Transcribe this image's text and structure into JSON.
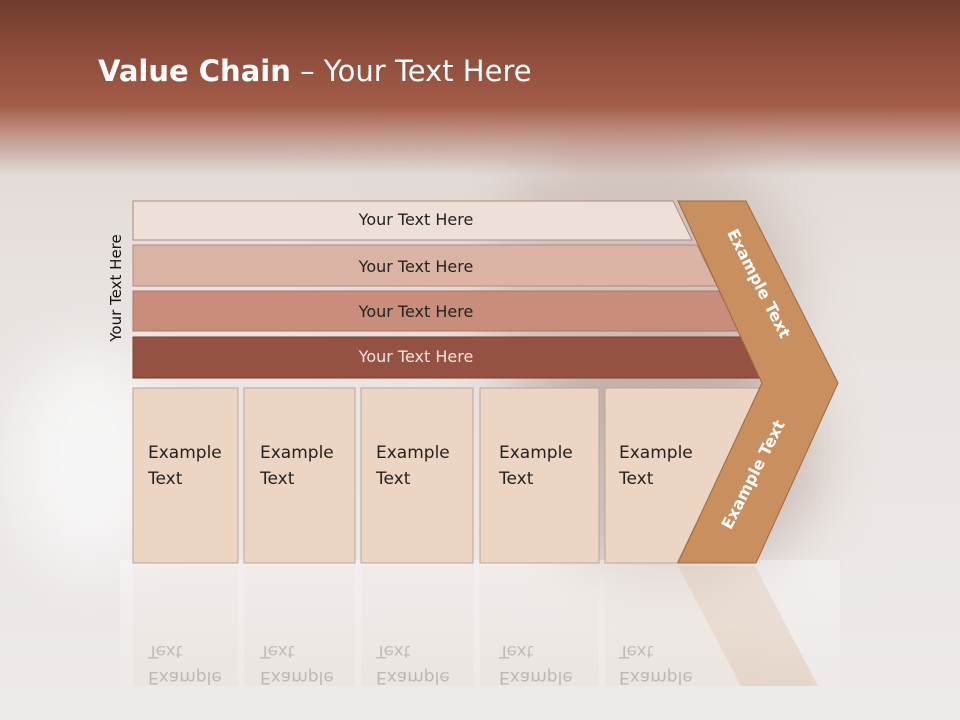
{
  "title": {
    "bold": "Value Chain",
    "rest": " – Your Text Here"
  },
  "side_label": "Your Text Here",
  "bars": [
    {
      "label": "Your Text Here",
      "fill": "#efdfd9",
      "text_color": "#222222"
    },
    {
      "label": "Your Text Here",
      "fill": "#dcb4a6",
      "text_color": "#222222"
    },
    {
      "label": "Your Text Here",
      "fill": "#c98d7c",
      "text_color": "#222222"
    },
    {
      "label": "Your Text Here",
      "fill": "#955141",
      "text_color": "#f3e6e1"
    }
  ],
  "columns": [
    {
      "line1": "Example",
      "line2": "Text"
    },
    {
      "line1": "Example",
      "line2": "Text"
    },
    {
      "line1": "Example",
      "line2": "Text"
    },
    {
      "line1": "Example",
      "line2": "Text"
    },
    {
      "line1": "Example",
      "line2": "Text"
    }
  ],
  "chevron": {
    "upper": "Example Text",
    "lower": "Example Text",
    "fill": "#c98f5e"
  },
  "colors": {
    "column_fill": "#ecd6c3",
    "header": "#8e4c3b"
  }
}
